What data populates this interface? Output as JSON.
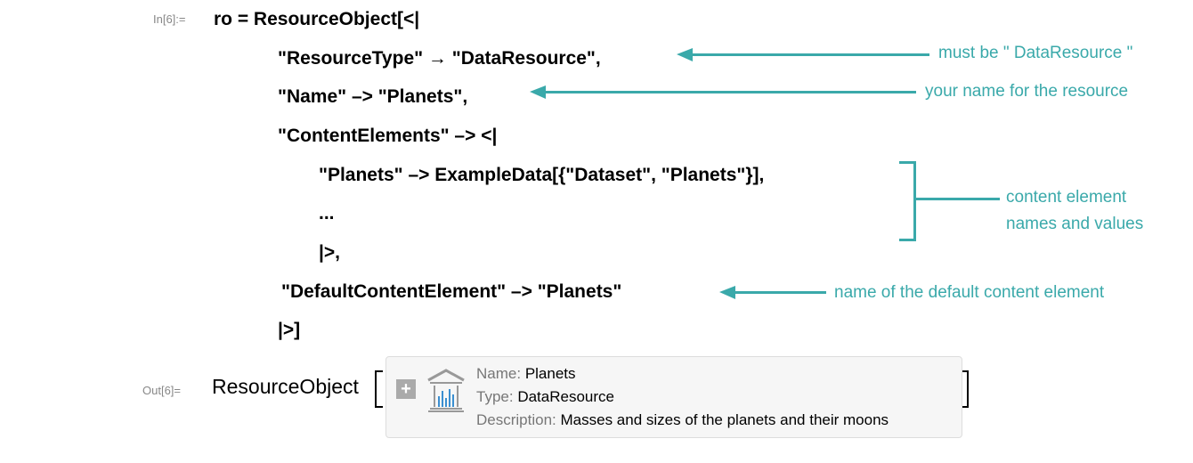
{
  "input": {
    "label": "In[6]:=",
    "lines": [
      "ro = ResourceObject[<|",
      "\"ResourceType\" → \"DataResource\",",
      "\"Name\"  –> \"Planets\",",
      "\"ContentElements\"  –> <|",
      "\"Planets\"  –> ExampleData[{\"Dataset\", \"Planets\"}],",
      "...",
      "|>,",
      "\"DefaultContentElement\"  –> \"Planets\"",
      "|>]"
    ]
  },
  "annotations": {
    "resource_type": "must be \" DataResource \"",
    "name": "your name for the resource",
    "content_line1": "content element",
    "content_line2": "names and values",
    "default": "name of the  default content element"
  },
  "output": {
    "label": "Out[6]=",
    "head": "ResourceObject",
    "name_key": "Name:",
    "name_val": "Planets",
    "type_key": "Type:",
    "type_val": "DataResource",
    "desc_key": "Description:",
    "desc_val": "Masses and sizes of the planets and their moons",
    "icons": [
      "expand-plus-icon",
      "data-repository-icon"
    ]
  },
  "colors": {
    "accent": "#3aa9aa"
  }
}
